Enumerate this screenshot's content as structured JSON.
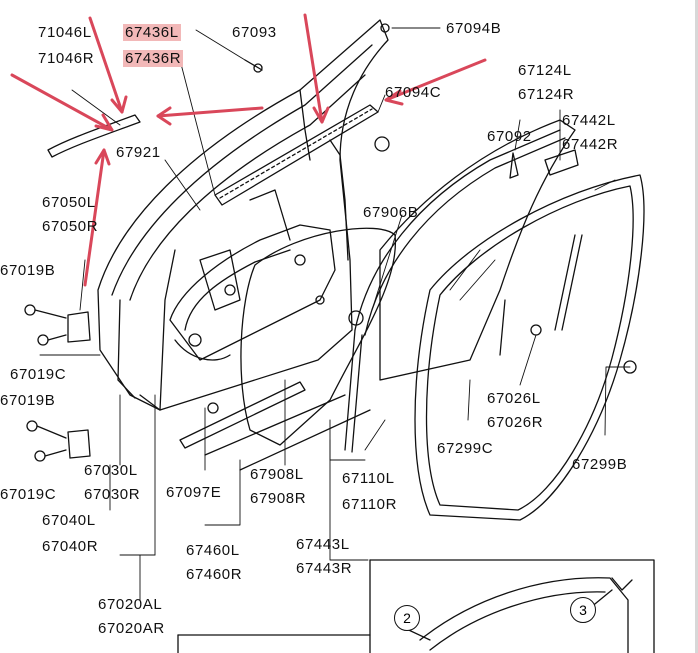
{
  "labels": {
    "p71046l": "71046L",
    "p71046r": "71046R",
    "p67436l": "67436L",
    "p67436r": "67436R",
    "p67093": "67093",
    "p67094b": "67094B",
    "p67094c": "67094C",
    "p67124l": "67124L",
    "p67124r": "67124R",
    "p67092": "67092",
    "p67442l": "67442L",
    "p67442r": "67442R",
    "p67921": "67921",
    "p67050l": "67050L",
    "p67050r": "67050R",
    "p67019b_1": "67019B",
    "p67019c_1": "67019C",
    "p67019b_2": "67019B",
    "p67019c_2": "67019C",
    "p67906b": "67906B",
    "p67026l": "67026L",
    "p67026r": "67026R",
    "p67299c": "67299C",
    "p67299b": "67299B",
    "p67030l": "67030L",
    "p67030r": "67030R",
    "p67040l": "67040L",
    "p67040r": "67040R",
    "p67097e": "67097E",
    "p67908l": "67908L",
    "p67908r": "67908R",
    "p67110l": "67110L",
    "p67110r": "67110R",
    "p67460l": "67460L",
    "p67460r": "67460R",
    "p67443l": "67443L",
    "p67443r": "67443R",
    "p67020al": "67020AL",
    "p67020ar": "67020AR"
  },
  "callouts": {
    "c2": "2",
    "c3": "3"
  },
  "colors": {
    "arrow": "#d9475a",
    "highlight": "#f2b8b8",
    "line": "#111111"
  }
}
